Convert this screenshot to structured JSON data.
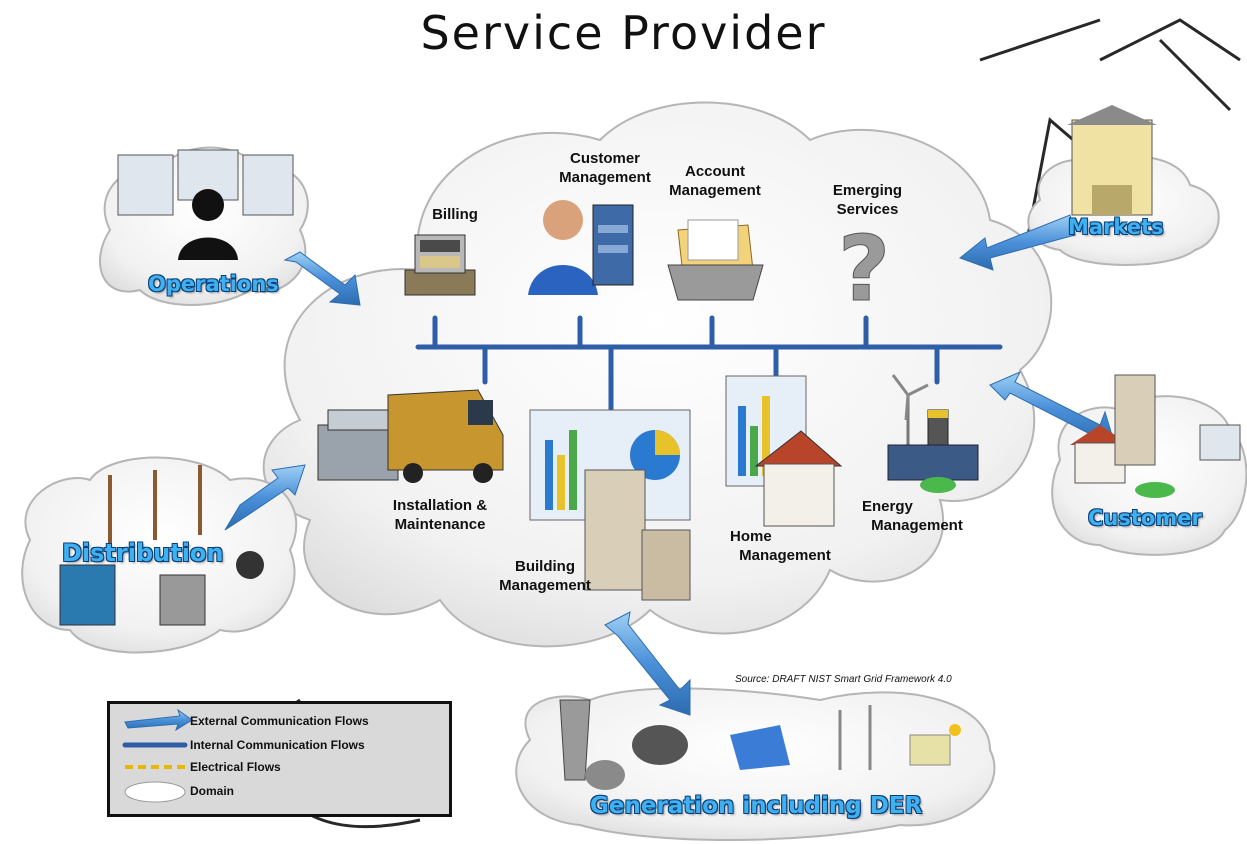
{
  "title": "Service Provider",
  "services": {
    "billing": "Billing",
    "customer_management": [
      "Customer",
      "Management"
    ],
    "account_management": [
      "Account",
      "Management"
    ],
    "emerging_services": [
      "Emerging",
      "Services"
    ],
    "installation_maintenance": [
      "Installation &",
      "Maintenance"
    ],
    "building_management": [
      "Building",
      "Management"
    ],
    "home_management": [
      "Home",
      "Management"
    ],
    "energy_management": [
      "Energy",
      "Management"
    ]
  },
  "domains": {
    "operations": "Operations",
    "markets": "Markets",
    "distribution": "Distribution",
    "customer": "Customer",
    "generation": "Generation including DER"
  },
  "source": "Source:  DRAFT NIST Smart Grid Framework 4.0",
  "legend": {
    "external": "External Communication Flows",
    "internal": "Internal Communication Flows",
    "electrical": "Electrical Flows",
    "domain": "Domain"
  },
  "colors": {
    "bus": "#2f5ea8",
    "arrow": "#4a90d9",
    "domain_text": "#3fb0f0",
    "cloud_fill": "#eeeeee",
    "electrical": "#e8b800"
  },
  "icons": [
    "cash-register-icon",
    "call-center-agent-icon",
    "file-folder-icon",
    "question-mark-icon",
    "toolbox-van-icon",
    "charts-building-icon",
    "smart-home-icon",
    "wind-turbine-solar-battery-icon",
    "monitors-operator-icon",
    "market-building-icon",
    "power-pole-transformer-icon",
    "house-office-ev-icon",
    "power-plant-turbine-icon"
  ]
}
